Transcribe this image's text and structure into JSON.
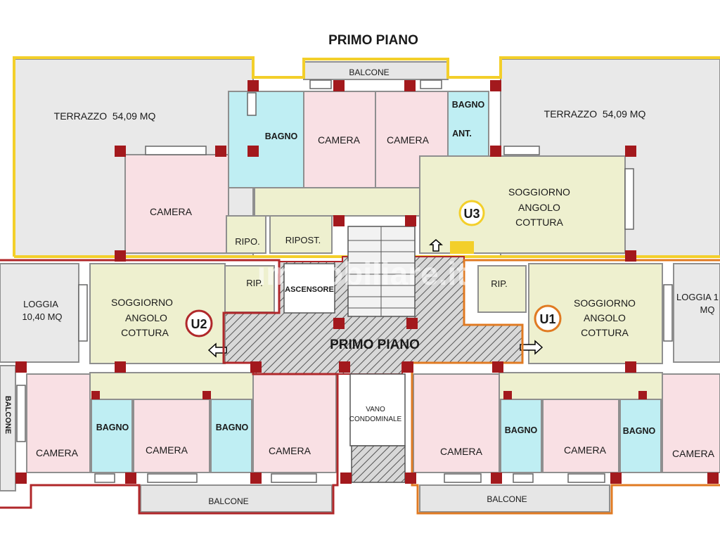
{
  "title": "PRIMO PIANO",
  "center_label": "PRIMO PIANO",
  "watermark": "immobiliare.it",
  "colors": {
    "camera": "#f9e0e4",
    "bagno": "#bfeef3",
    "soggiorno": "#eef0cf",
    "outdoor": "#e9e9e9",
    "stair": "#f2f2f2",
    "wall": "#8f8f8f",
    "pillar": "#a3191d",
    "u3": "#f3cf2a",
    "u2": "#b0272a",
    "u1": "#e07a22"
  },
  "rooms": {
    "terrazzo_left": "TERRAZZO  54,09 MQ",
    "terrazzo_right": "TERRAZZO  54,09 MQ",
    "balcone_top": "BALCONE",
    "bagno_u3_left": "BAGNO",
    "camera_u3_a": "CAMERA",
    "camera_u3_b": "CAMERA",
    "bagno_u3_right": "BAGNO",
    "ant": "ANT.",
    "camera_u3_left": "CAMERA",
    "ripo": "RIPO.",
    "ripost": "RIPOST.",
    "soggiorno_u3": [
      "SOGGIORNO",
      "ANGOLO",
      "COTTURA"
    ],
    "loggia_left": [
      "LOGGIA",
      "10,40 MQ"
    ],
    "rip_u2": "RIP.",
    "ascensore": "ASCENSORE",
    "soggiorno_u2": [
      "SOGGIORNO",
      "ANGOLO",
      "COTTURA"
    ],
    "rip_u1": "RIP.",
    "soggiorno_u1": [
      "SOGGIORNO",
      "ANGOLO",
      "COTTURA"
    ],
    "loggia_right": [
      "LOGGIA 1",
      "MQ"
    ],
    "balcone_side": "BALCONE",
    "camera_u2_a": "CAMERA",
    "bagno_u2_a": "BAGNO",
    "camera_u2_b": "CAMERA",
    "bagno_u2_b": "BAGNO",
    "camera_u2_c": "CAMERA",
    "vano": [
      "VANO",
      "CONDOMINALE"
    ],
    "camera_u1_a": "CAMERA",
    "bagno_u1_a": "BAGNO",
    "camera_u1_b": "CAMERA",
    "bagno_u1_b": "BAGNO",
    "camera_u1_c": "CAMERA",
    "balcone_u2": "BALCONE",
    "balcone_u1": "BALCONE"
  },
  "units": {
    "u3": "U3",
    "u2": "U2",
    "u1": "U1"
  }
}
